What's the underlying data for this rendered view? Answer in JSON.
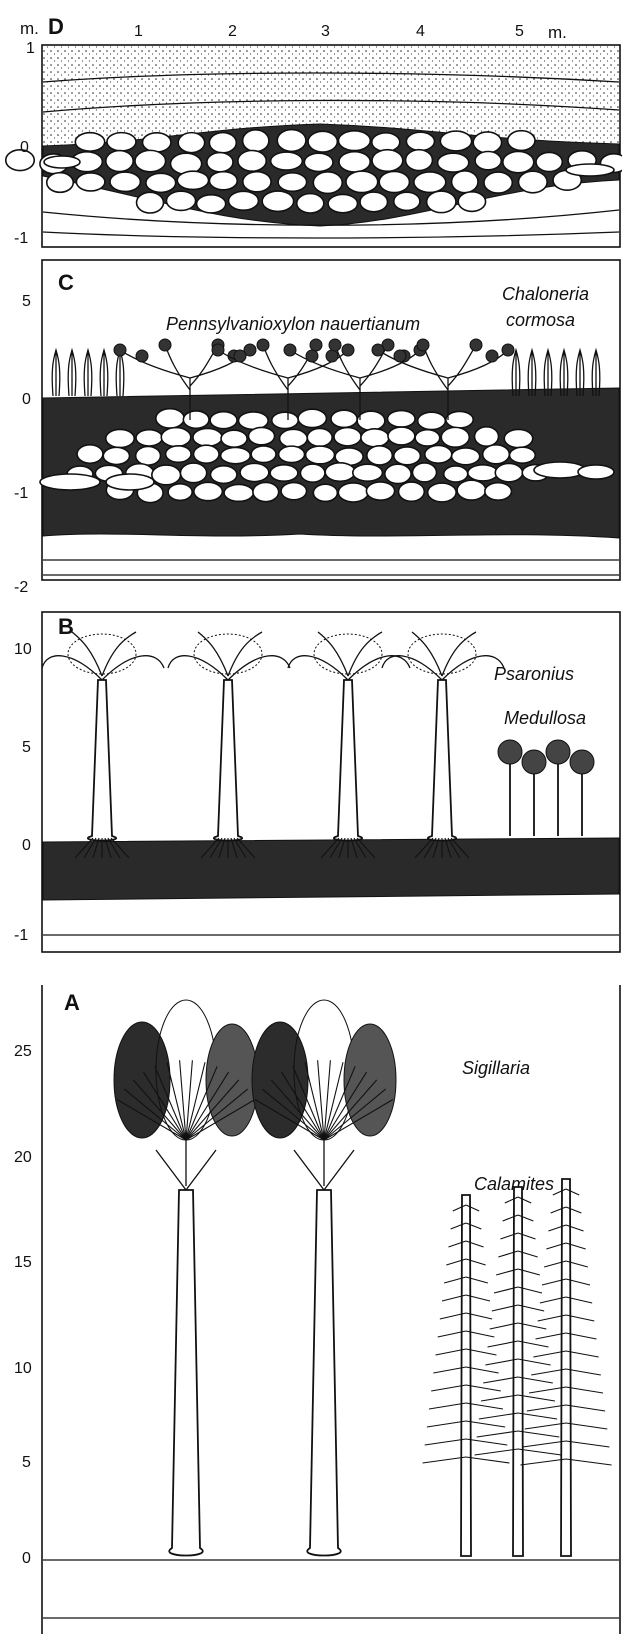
{
  "units_left": "m.",
  "units_right": "m.",
  "top_axis_ticks": [
    "1",
    "2",
    "3",
    "4",
    "5"
  ],
  "panels": {
    "D": {
      "letter": "D",
      "yticks": [
        "1",
        "0",
        "-1"
      ]
    },
    "C": {
      "letter": "C",
      "yticks": [
        "5",
        "0",
        "-1",
        "-2"
      ],
      "species": [
        "Pennsylvanioxylon nauertianum",
        "Chaloneria",
        "cormosa"
      ]
    },
    "B": {
      "letter": "B",
      "yticks": [
        "10",
        "5",
        "0",
        "-1"
      ],
      "species": [
        "Psaronius",
        "Medullosa"
      ]
    },
    "A": {
      "letter": "A",
      "yticks": [
        "25",
        "20",
        "15",
        "10",
        "5",
        "0"
      ],
      "species": [
        "Sigillaria",
        "Calamites"
      ]
    }
  },
  "colors": {
    "ink": "#111111",
    "coal": "#2a2a2a",
    "paper": "#ffffff"
  }
}
